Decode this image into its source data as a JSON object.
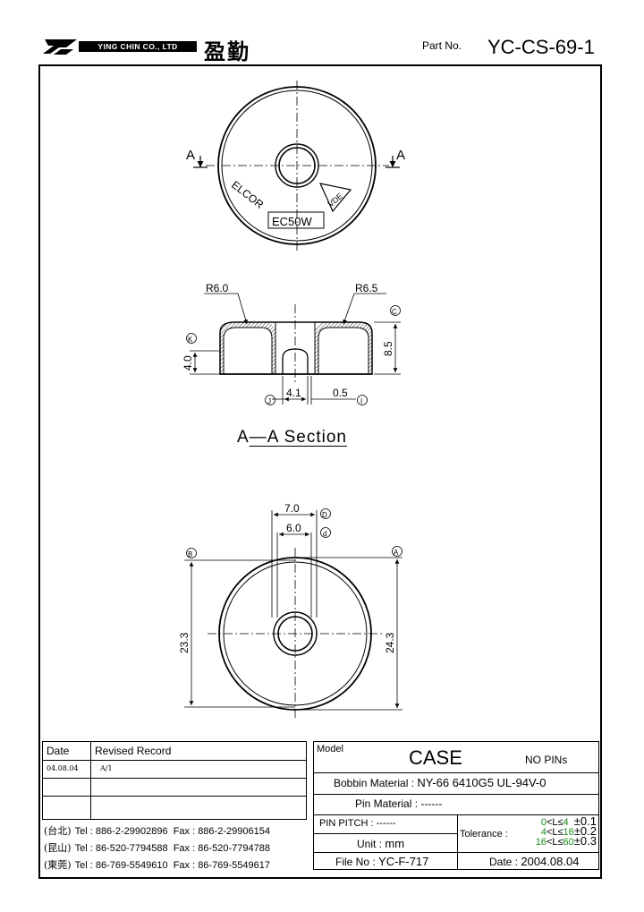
{
  "header": {
    "company_name": "YING CHIN CO., LTD",
    "company_chinese": "盈勤",
    "part_no_label": "Part No.",
    "part_no": "YC-CS-69-1"
  },
  "top_view": {
    "cut_marker_left": "A",
    "cut_marker_right": "A",
    "logo_text": "ELCOR",
    "model_box": "EC50W",
    "mark": "VDE"
  },
  "section_view": {
    "dims": {
      "r_left": "R6.0",
      "r_right": "R6.5",
      "height_left": "4.0",
      "height_right": "8.5",
      "width_center": "4.1",
      "wall": "0.5"
    },
    "markers": {
      "k": "K",
      "c": "C",
      "j": "J",
      "i": "I"
    },
    "title_prefix": "A",
    "title_mid": "—A",
    "title_suffix": " Section"
  },
  "bottom_view": {
    "dims": {
      "top_outer": "7.0",
      "top_inner": "6.0",
      "left_dia": "23.3",
      "right_dia": "24.3"
    },
    "markers": {
      "d_upper": "D",
      "d_lower": "d",
      "b": "B",
      "a": "A"
    }
  },
  "revision_table": {
    "header_date": "Date",
    "header_record": "Revised  Record",
    "rows": [
      {
        "date": "04.08.04",
        "record": "A/1"
      },
      {
        "date": "",
        "record": ""
      },
      {
        "date": "",
        "record": ""
      }
    ]
  },
  "contacts": [
    {
      "city": "(台北)",
      "tel": "Tel : 886-2-29902896",
      "fax": "Fax : 886-2-29906154"
    },
    {
      "city": "(昆山)",
      "tel": "Tel : 86-520-7794588",
      "fax": "Fax : 86-520-7794788"
    },
    {
      "city": "(東莞)",
      "tel": "Tel : 86-769-5549610",
      "fax": "Fax : 86-769-5549617"
    }
  ],
  "model_block": {
    "model_label": "Model",
    "model_value": "CASE",
    "pins": "NO PINs",
    "bobbin_label": "Bobbin  Material :",
    "bobbin_value": "NY-66 6410G5 UL-94V-0",
    "pin_material_label": "Pin  Material :",
    "pin_material_value": "------",
    "pin_pitch_label": "PIN  PITCH :",
    "pin_pitch_value": "------",
    "unit_label": "Unit :",
    "unit_value": "mm",
    "file_label": "File  No :",
    "file_value": "YC-F-717",
    "date_label": "Date :",
    "date_value": "2004.08.04",
    "tolerance_label": "Tolerance :",
    "tolerance_rows": [
      {
        "lo": "0",
        "hi": "4",
        "tol": "±0.1"
      },
      {
        "lo": "4",
        "hi": "16",
        "tol": "±0.2"
      },
      {
        "lo": "16",
        "hi": "60",
        "tol": "±0.3"
      }
    ]
  }
}
